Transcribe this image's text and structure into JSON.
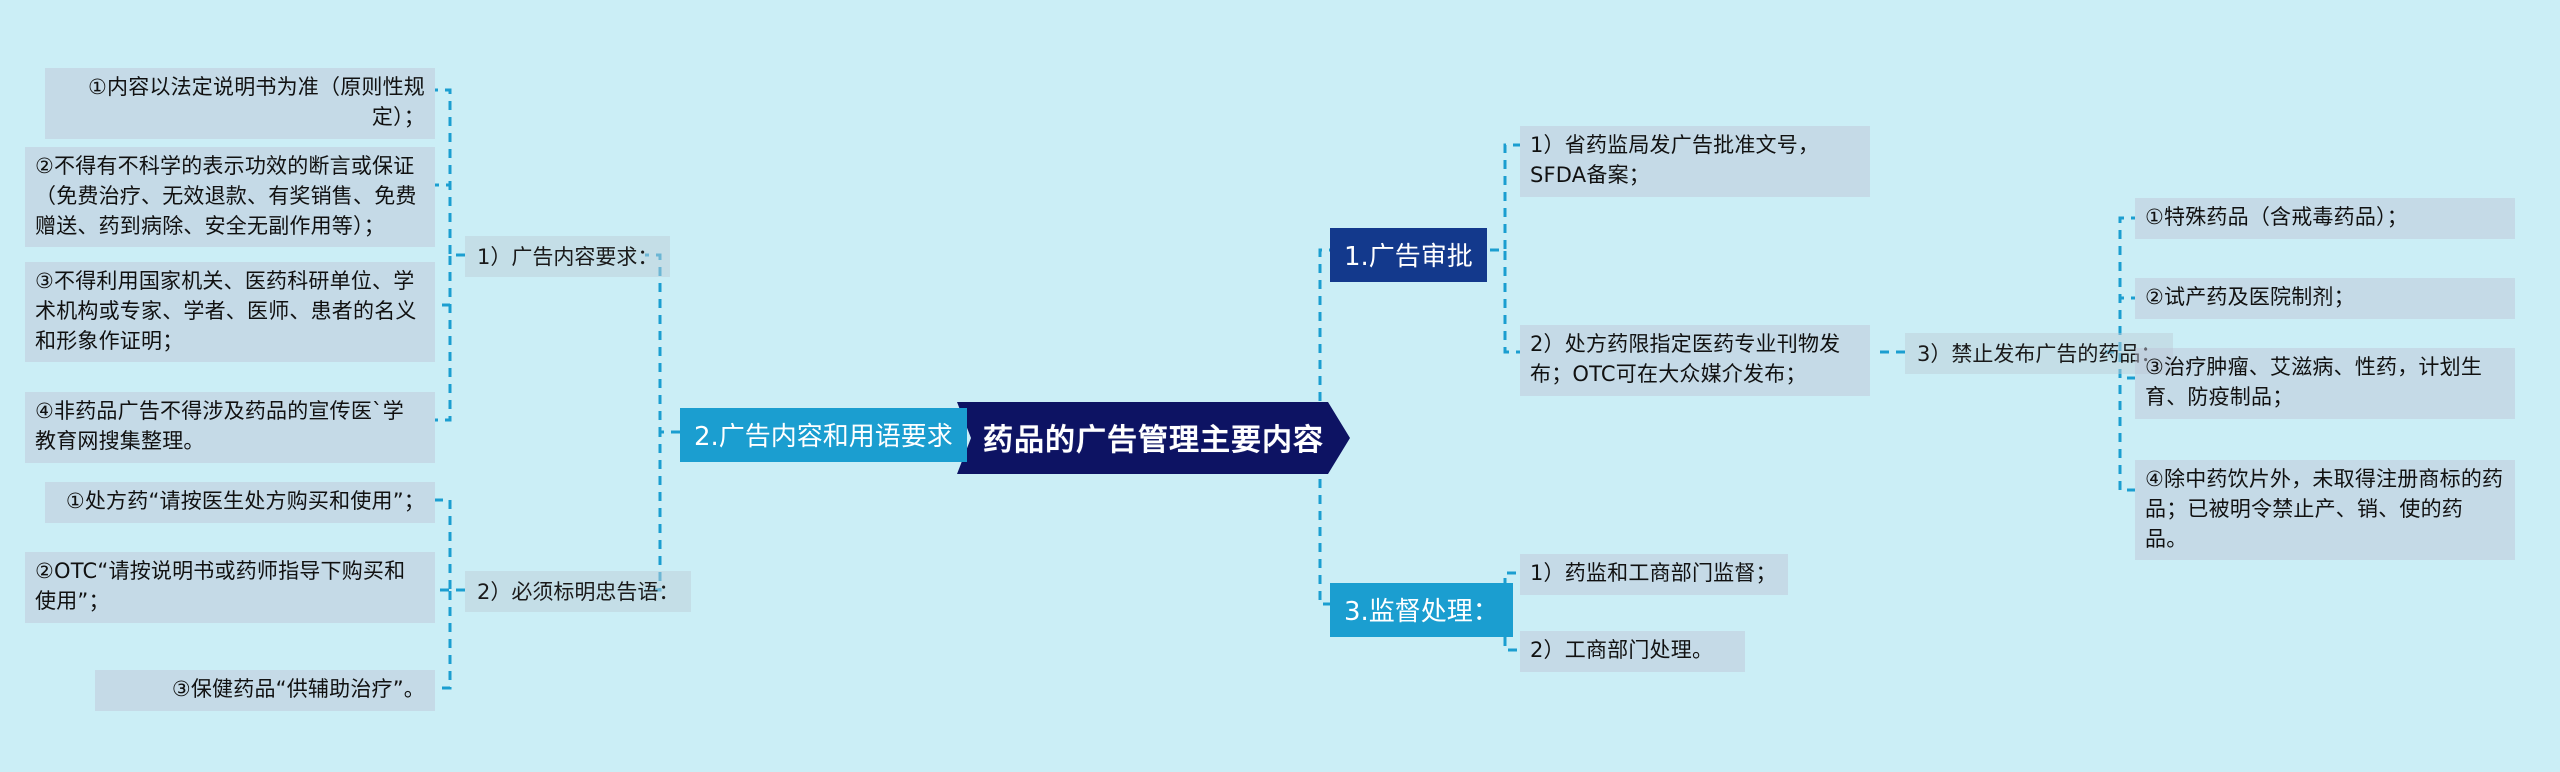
{
  "colors": {
    "background": "#cbeef6",
    "root_fill": "#0d1363",
    "branch_dark": "#13398c",
    "branch_cyan": "#1b9ed0",
    "leaf_fill": "#bec0d4",
    "link": "#1b9ed0",
    "link_dark": "#13398c"
  },
  "root": {
    "label": "药品的广告管理主要内容"
  },
  "branches": {
    "advertising_approval": {
      "label": "1.广告审批",
      "children": [
        {
          "label": "1）省药监局发广告批准文号，SFDA备案；"
        },
        {
          "label": "2）处方药限指定医药专业刊物发布；OTC可在大众媒介发布；"
        }
      ],
      "prohibited": {
        "label": "3）禁止发布广告的药品：",
        "children": [
          {
            "label": "①特殊药品（含戒毒药品）；"
          },
          {
            "label": "②试产药及医院制剂；"
          },
          {
            "label": "③治疗肿瘤、艾滋病、性药，计划生育、防疫制品；"
          },
          {
            "label": "④除中药饮片外，未取得注册商标的药品；已被明令禁止产、销、使的药品。"
          }
        ]
      }
    },
    "content_and_wording": {
      "label": "2.广告内容和用语要求",
      "groups": [
        {
          "label": "1）广告内容要求：",
          "children": [
            {
              "label": "①内容以法定说明书为准（原则性规定）；"
            },
            {
              "label": "②不得有不科学的表示功效的断言或保证（免费治疗、无效退款、有奖销售、免费赠送、药到病除、安全无副作用等）；"
            },
            {
              "label": "③不得利用国家机关、医药科研单位、学术机构或专家、学者、医师、患者的名义和形象作证明；"
            },
            {
              "label": "④非药品广告不得涉及药品的宣传医`学教育网搜集整理。"
            }
          ]
        },
        {
          "label": "2）必须标明忠告语：",
          "children": [
            {
              "label": "①处方药“请按医生处方购买和使用”；"
            },
            {
              "label": "②OTC“请按说明书或药师指导下购买和使用”；"
            },
            {
              "label": "③保健药品“供辅助治疗”。"
            }
          ]
        }
      ]
    },
    "supervision": {
      "label": "3.监督处理：",
      "children": [
        {
          "label": "1）药监和工商部门监督；"
        },
        {
          "label": "2）工商部门处理。"
        }
      ]
    }
  }
}
